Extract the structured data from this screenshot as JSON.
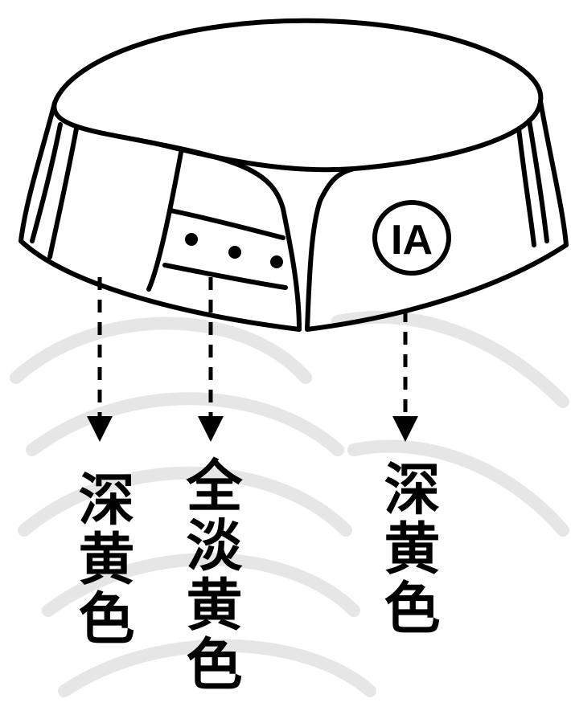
{
  "cap": {
    "badge_text": "IA"
  },
  "labels": {
    "left": "深黄色",
    "middle": "全淡黄色",
    "right": "深黄色"
  }
}
